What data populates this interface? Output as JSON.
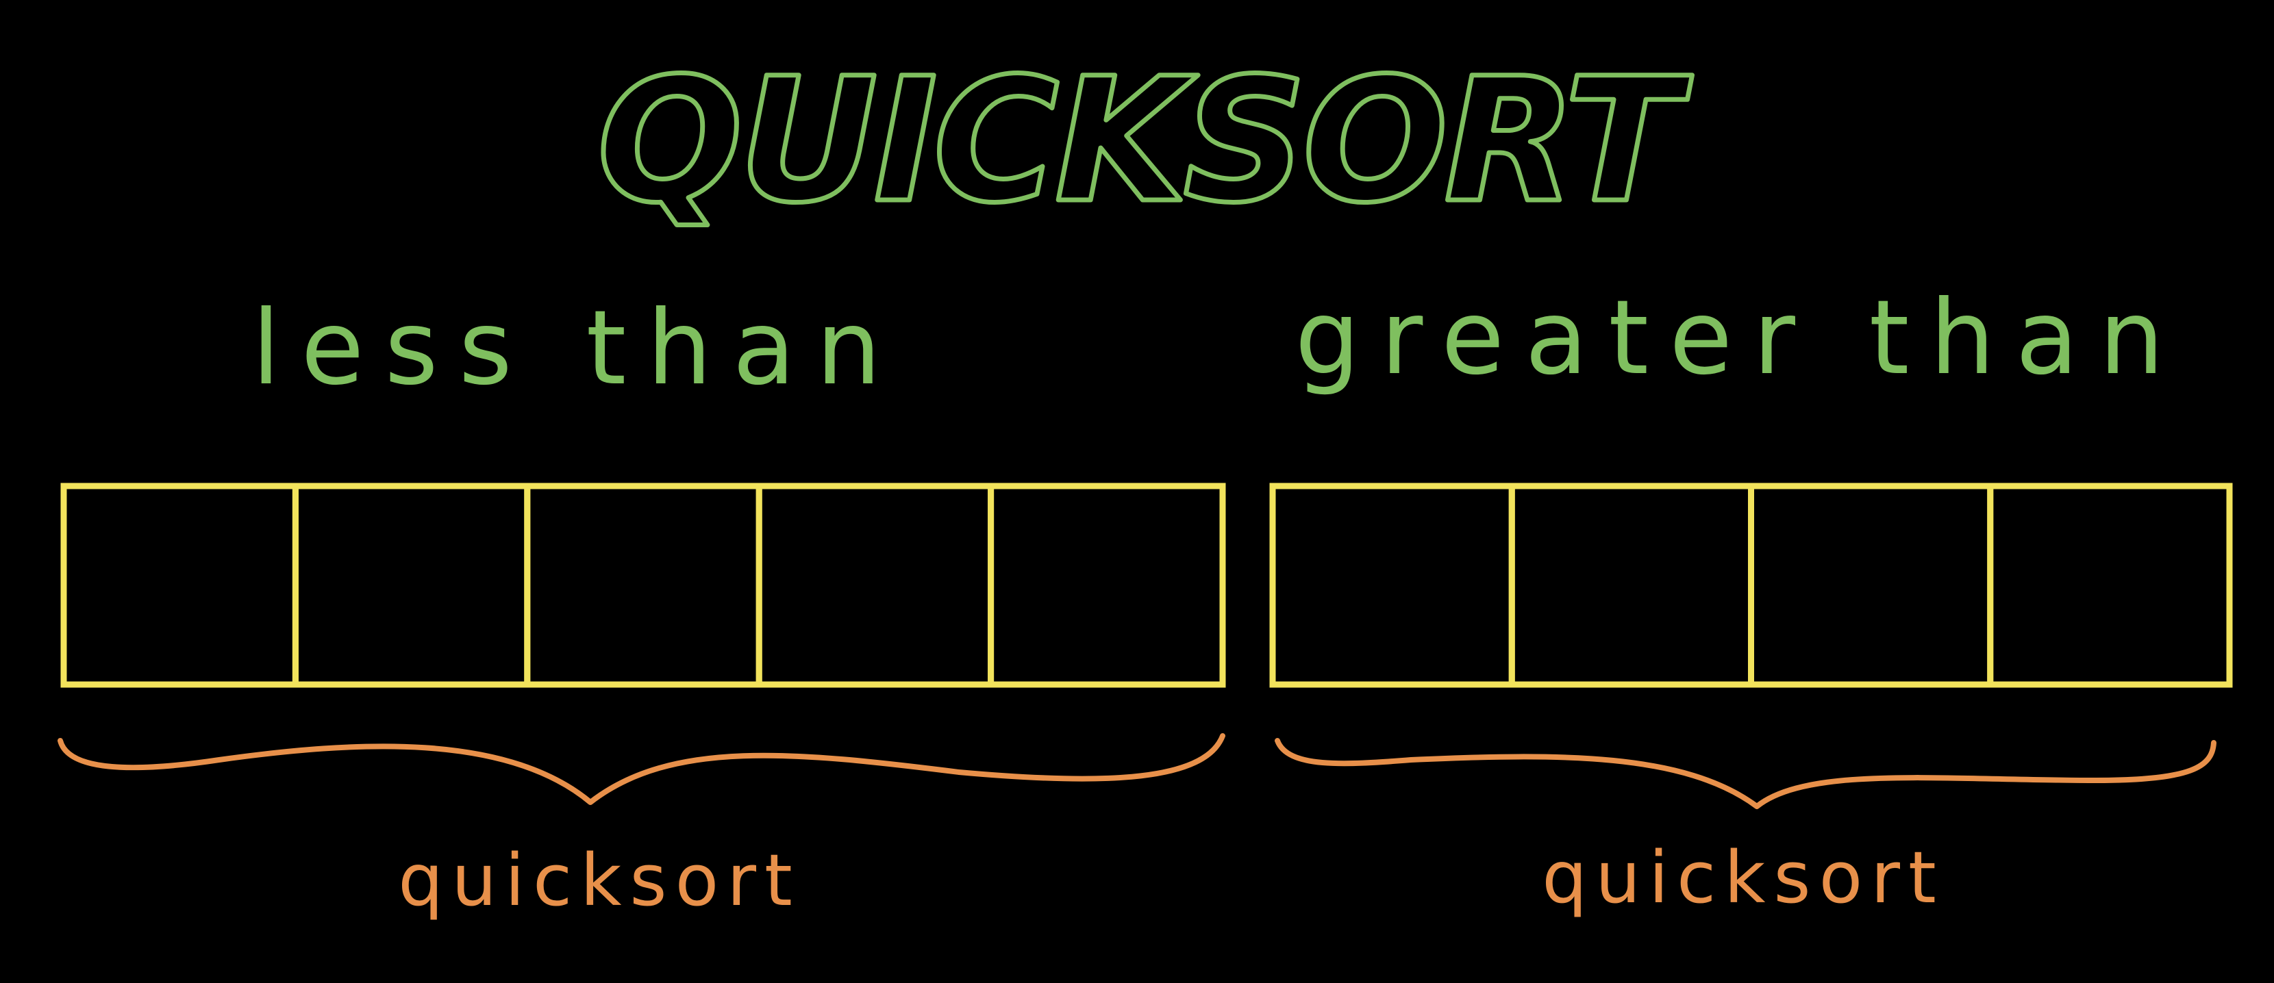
{
  "title": "QUICKSORT",
  "left_partition": {
    "label": "less than",
    "cells": 5,
    "brace_label": "quicksort"
  },
  "right_partition": {
    "label": "greater than",
    "cells": 4,
    "brace_label": "quicksort"
  },
  "colors": {
    "background": "#000000",
    "title": "#7fbf5f",
    "labels": "#7fbf5f",
    "boxes": "#f2e35c",
    "braces": "#e8904a"
  }
}
